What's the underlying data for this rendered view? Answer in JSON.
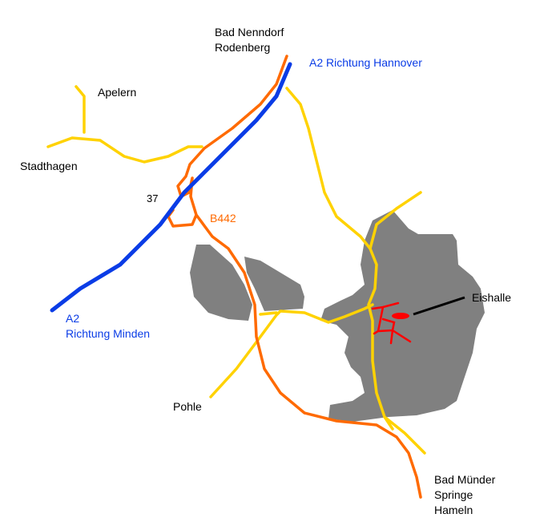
{
  "labels": {
    "bad_nenndorf": "Bad Nenndorf",
    "rodenberg": "Rodenberg",
    "a2_hannover": "A2 Richtung Hannover",
    "apelern": "Apelern",
    "stadthagen": "Stadthagen",
    "exit_37": "37",
    "b442": "B442",
    "a2": "A2",
    "richtung_minden": "Richtung Minden",
    "eishalle": "Eishalle",
    "pohle": "Pohle",
    "bad_muender": "Bad Münder",
    "springe": "Springe",
    "hameln": "Hameln"
  },
  "colors": {
    "motorway": "#0a3ce6",
    "federal_road": "#ff6a00",
    "road": "#ffd200",
    "area": "#808080",
    "target": "#ff0000"
  }
}
